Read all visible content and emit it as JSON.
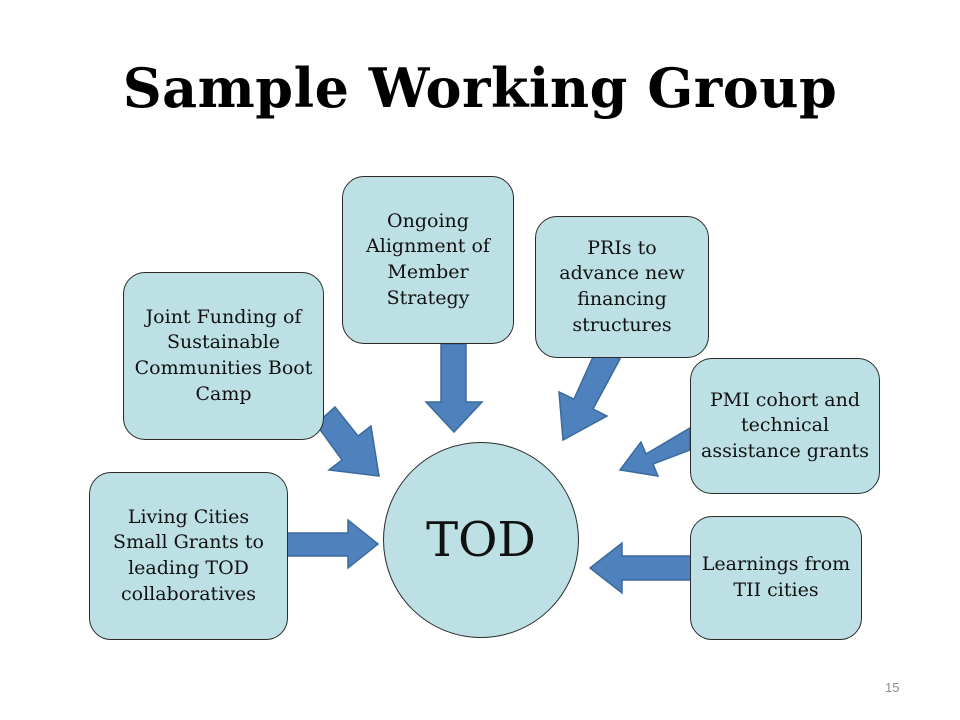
{
  "title": "Sample Working Group",
  "center_node": "TOD",
  "nodes": {
    "living_cities": "Living Cities Small Grants to leading TOD collaboratives",
    "joint_funding": "Joint Funding of Sustainable Communities Boot Camp",
    "ongoing_alignment": "Ongoing Alignment of Member Strategy",
    "pris": "PRIs to advance new financing structures",
    "pmi_cohort": "PMI cohort and technical assistance grants",
    "learnings": "Learnings from TII cities"
  },
  "page_number": "15",
  "colors": {
    "node_fill": "#bde0e4",
    "arrow_fill": "#4f81bd",
    "border": "#2b2b2b"
  }
}
